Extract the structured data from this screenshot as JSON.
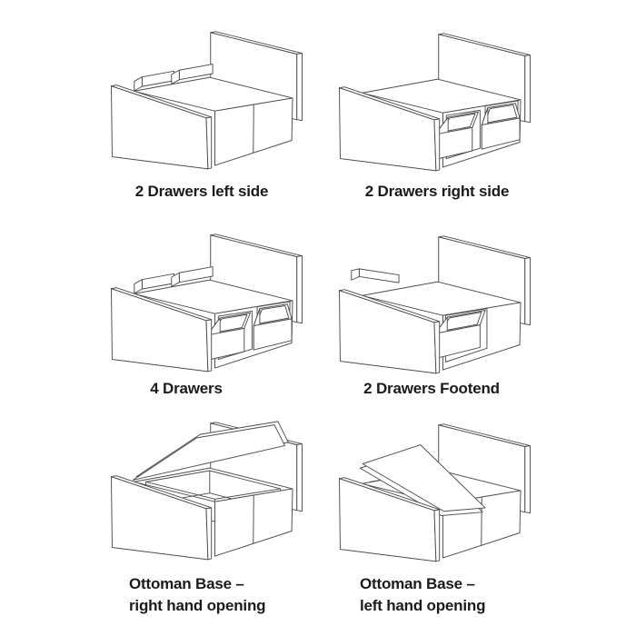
{
  "canvas": {
    "background": "#ffffff",
    "line_color": "#4d4d4d",
    "label_color": "#1b1b1b"
  },
  "variants": [
    {
      "shape": "drawers-left",
      "icon": "bed-2-drawers-left-side-icon",
      "label": "2 Drawers left side"
    },
    {
      "shape": "drawers-right",
      "icon": "bed-2-drawers-right-side-icon",
      "label": "2 Drawers right side"
    },
    {
      "shape": "drawers-four",
      "icon": "bed-4-drawers-icon",
      "label": "4 Drawers"
    },
    {
      "shape": "drawers-footend",
      "icon": "bed-2-drawers-footend-icon",
      "label": "2 Drawers Footend"
    },
    {
      "shape": "ottoman-right",
      "icon": "bed-ottoman-right-opening-icon",
      "label": "Ottoman Base –\nright hand opening"
    },
    {
      "shape": "ottoman-left",
      "icon": "bed-ottoman-left-opening-icon",
      "label": "Ottoman Base –\nleft hand opening"
    }
  ]
}
